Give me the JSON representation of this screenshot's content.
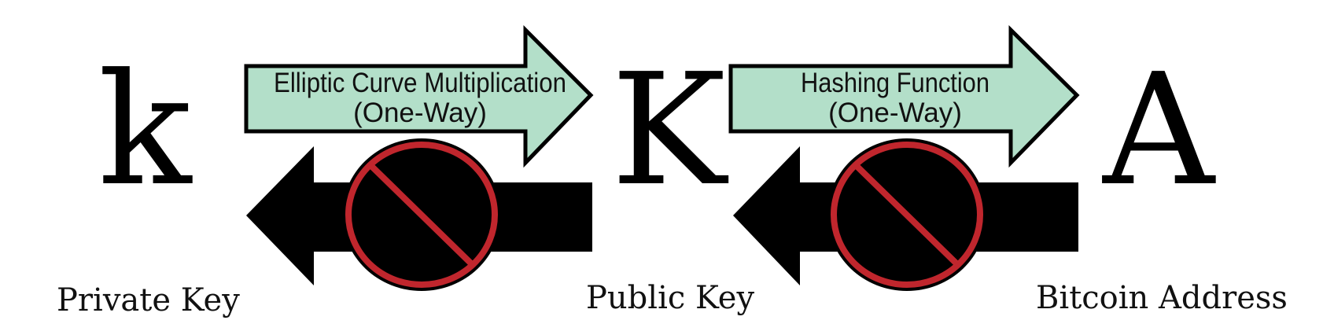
{
  "nodes": [
    {
      "letter": "k",
      "label": "Private Key"
    },
    {
      "letter": "K",
      "label": "Public Key"
    },
    {
      "letter": "A",
      "label": "Bitcoin Address"
    }
  ],
  "transforms": [
    {
      "line1": "Elliptic Curve Multiplication",
      "line2": "(One-Way)"
    },
    {
      "line1": "Hashing Function",
      "line2": "(One-Way)"
    }
  ],
  "colors": {
    "forward_arrow_fill": "#b3dfc9",
    "outline": "#000000",
    "reverse_arrow": "#000000",
    "prohibited_sign": "#c0262d",
    "text": "#000000"
  },
  "icons": {
    "forward": "right-arrow-icon",
    "reverse": "left-arrow-icon",
    "blocked": "prohibited-icon"
  }
}
